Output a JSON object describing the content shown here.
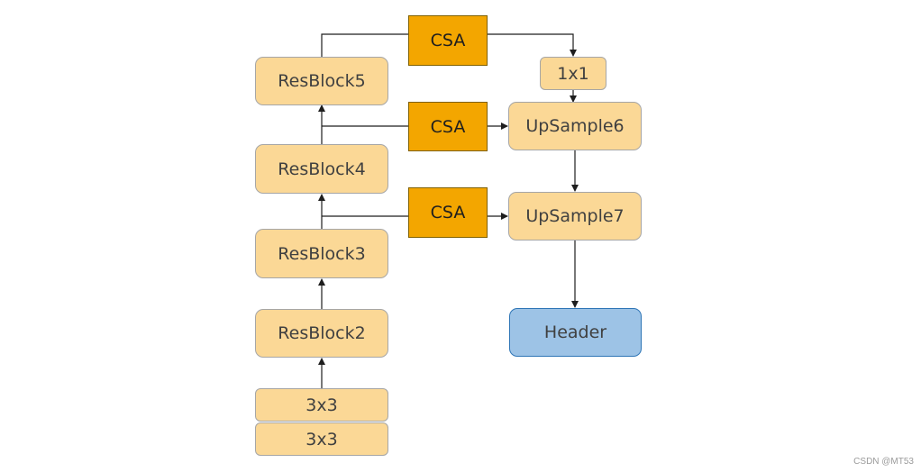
{
  "nodes": {
    "resblock5": "ResBlock5",
    "resblock4": "ResBlock4",
    "resblock3": "ResBlock3",
    "resblock2": "ResBlock2",
    "conv3x3_top": "3x3",
    "conv3x3_bottom": "3x3",
    "csa_top": "CSA",
    "csa_middle": "CSA",
    "csa_bottom": "CSA",
    "conv1x1": "1x1",
    "upsample6": "UpSample6",
    "upsample7": "UpSample7",
    "header": "Header"
  },
  "watermark": "CSDN @MT53",
  "colors": {
    "block_fill": "#fbd896",
    "csa_fill": "#f3a600",
    "header_fill": "#9dc3e6",
    "arrow": "#1e1e1e"
  }
}
